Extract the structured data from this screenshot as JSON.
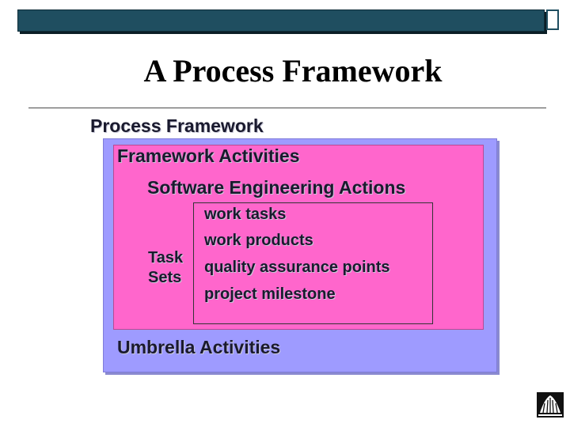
{
  "slide": {
    "title": "A Process Framework",
    "process_framework": "Process Framework",
    "framework_activities": "Framework Activities",
    "se_actions": "Software Engineering Actions",
    "task_sets": "Task\nSets",
    "task_items": [
      "work tasks",
      "work products",
      "quality assurance points",
      "project milestone"
    ],
    "umbrella_activities": "Umbrella Activities"
  },
  "colors": {
    "header_bar": "#1f4e60",
    "outer_box": "#9e9bff",
    "inner_box": "#ff66cc"
  }
}
